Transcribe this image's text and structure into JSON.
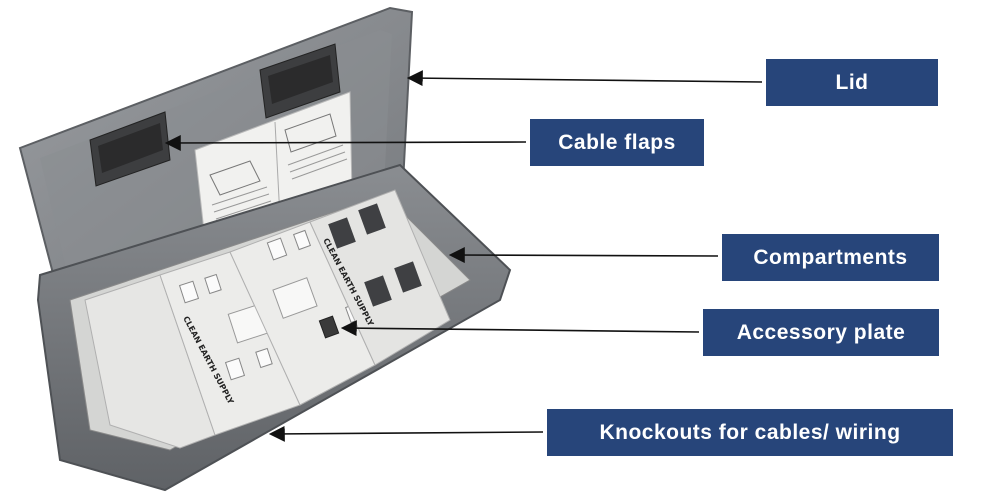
{
  "callouts": {
    "lid": "Lid",
    "cable_flaps": "Cable flaps",
    "compartments": "Compartments",
    "accessory_plate": "Accessory plate",
    "knockouts": "Knockouts for cables/ wiring"
  },
  "plate_labels": {
    "left_plate": "CLEAN EARTH SUPPLY",
    "middle_plate": "CLEAN EARTH SUPPLY"
  },
  "colors": {
    "callout_bg": "#27457a",
    "callout_text": "#ffffff",
    "box_grey": "#7f8286",
    "plate_white": "#ececea"
  }
}
